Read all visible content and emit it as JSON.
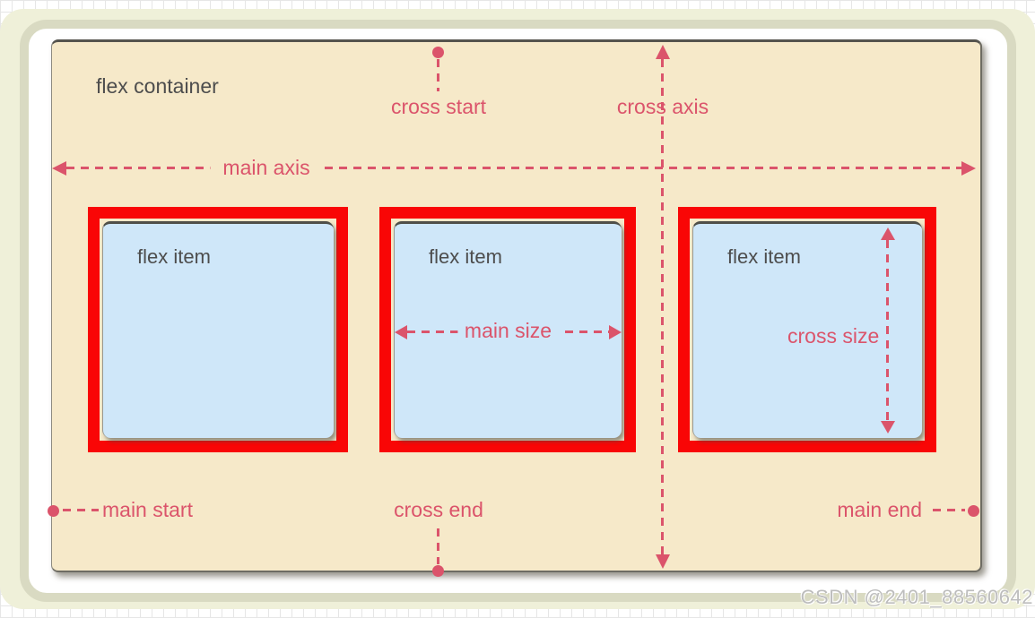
{
  "watermark": {
    "text": "CSDN @2401_88560642"
  },
  "colors": {
    "accent_pink": "#db546b",
    "highlight_red": "#f90606",
    "item_blue": "#cfe7f9",
    "container_tan": "#f6e9c9",
    "page_green": "#eff0d9",
    "frame_ring": "#d9dac2",
    "text_gray": "#4d4d4d"
  },
  "diagram": {
    "container_label": "flex container",
    "labels": {
      "main_axis": "main axis",
      "cross_axis": "cross axis",
      "main_start": "main start",
      "main_end": "main end",
      "cross_start": "cross start",
      "cross_end": "cross end",
      "main_size": "main size",
      "cross_size": "cross size"
    },
    "items": [
      {
        "label": "flex item"
      },
      {
        "label": "flex item"
      },
      {
        "label": "flex item"
      }
    ]
  }
}
